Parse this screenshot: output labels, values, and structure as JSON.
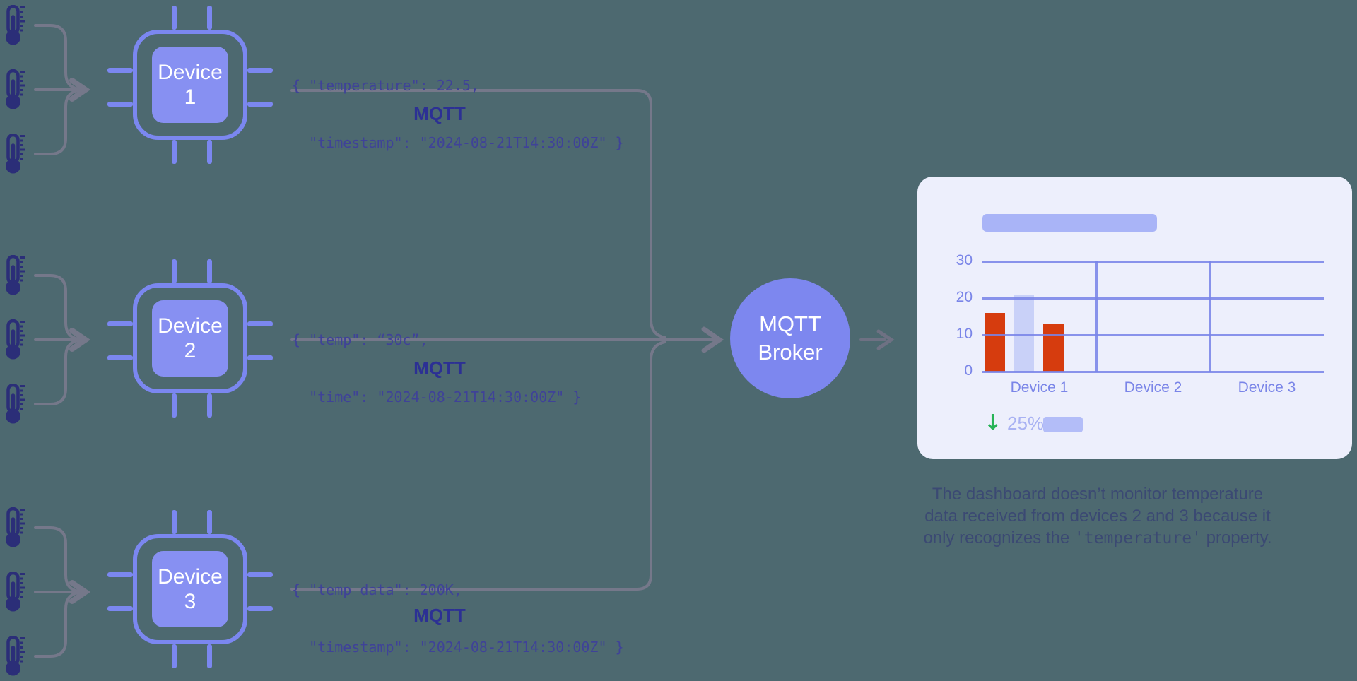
{
  "scene": {
    "background_color": "#4d6970",
    "line_color": "#75788a",
    "navy_icon_color": "#2b2e78",
    "chip_accent_color": "#7b87f0"
  },
  "devices": [
    {
      "label": "Device 1",
      "payload_line1": "{ \"temperature\": 22.5,",
      "payload_line2": "  \"timestamp\": \"2024-08-21T14:30:00Z\" }",
      "protocol_label": "MQTT",
      "sensor_count": 3
    },
    {
      "label": "Device 2",
      "payload_line1": "{ \"temp\": “30c”,",
      "payload_line2": "  \"time\": \"2024-08-21T14:30:00Z\" }",
      "protocol_label": "MQTT",
      "sensor_count": 3
    },
    {
      "label": "Device 3",
      "payload_line1": "{ \"temp_data\": 200K,",
      "payload_line2": "  \"timestamp\": \"2024-08-21T14:30:00Z\" }",
      "protocol_label": "MQTT",
      "sensor_count": 3
    }
  ],
  "broker": {
    "line1": "MQTT",
    "line2": "Broker"
  },
  "dashboard": {
    "card_color": "#edeffc",
    "chart_data": {
      "type": "bar",
      "title": "",
      "categories": [
        "Device 1",
        "Device 2",
        "Device 3"
      ],
      "bars": [
        {
          "category": "Device 1",
          "value": 16,
          "color": "#d63c0e"
        },
        {
          "category": "Device 1",
          "value": 21,
          "color": "#c9d1f8"
        },
        {
          "category": "Device 1",
          "value": 13,
          "color": "#d63c0e"
        }
      ],
      "yticks": [
        0,
        10,
        20,
        30
      ],
      "ylim": [
        0,
        30
      ],
      "xlabel": "",
      "ylabel": "",
      "grid": true,
      "gridline_color": "#7a85e8",
      "axis_label_color": "#7a85e8"
    },
    "legend": {
      "arrow_glyph": "↓",
      "arrow_color": "#27b357",
      "text": "25%"
    }
  },
  "caption": {
    "line1": "The dashboard doesn’t monitor temperature",
    "line2": "data received from devices 2 and 3 because it",
    "line3_prefix": "only recognizes the ",
    "line3_code": "'temperature'",
    "line3_suffix": " property."
  }
}
